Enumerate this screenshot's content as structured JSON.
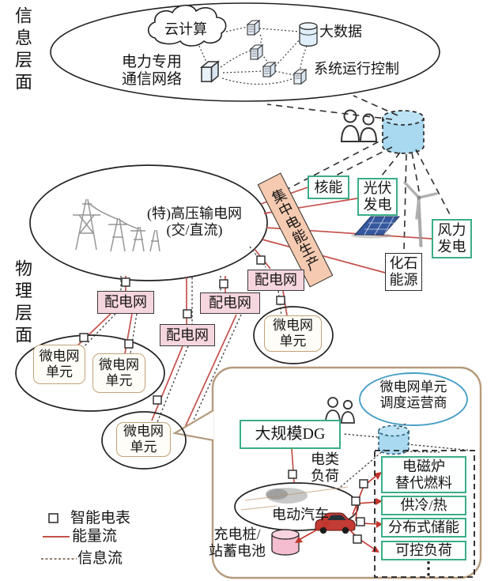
{
  "layer_labels": {
    "info": "信息层面",
    "physical": "物理层面"
  },
  "info_layer": {
    "cloud_label": "云计算",
    "network_line1": "电力专用",
    "network_line2": "通信网络",
    "big_data": "大数据",
    "system_control": "系统运行控制"
  },
  "physical_layer": {
    "transmission_line1": "(特)高压输电网",
    "transmission_line2": "(交/直流)",
    "central_production": "集中电能生产",
    "nuclear": "核能",
    "pv_line1": "光伏",
    "pv_line2": "发电",
    "wind_line1": "风力",
    "wind_line2": "发电",
    "fossil_line1": "化石",
    "fossil_line2": "能源",
    "distribution": "配电网",
    "microgrid_line1": "微电网",
    "microgrid_line2": "单元"
  },
  "detail_view": {
    "operator_line1": "微电网单元",
    "operator_line2": "调度运营商",
    "large_dg": "大规模DG",
    "elec_load_line1": "电类",
    "elec_load_line2": "负荷",
    "ev_label": "电动汽车",
    "charging_line1": "充电桩/",
    "charging_line2": "站蓄电池",
    "loads": [
      {
        "line1": "电磁炉",
        "line2": "替代燃料"
      },
      {
        "line1": "供冷/热"
      },
      {
        "line1": "分布式储能"
      },
      {
        "line1": "可控负荷"
      }
    ],
    "ellipsis": "⋮"
  },
  "legend": {
    "smart_meter": "智能电表",
    "energy_flow": "能量流",
    "info_flow": "信息流"
  },
  "colors": {
    "energy_flow_red": "#c4514b",
    "info_flow_dark": "#3c3c3c",
    "pink_box": "#f6d6de",
    "salmon_box": "#f5cab0",
    "green_border": "#3bae86",
    "tan_border": "#b49a7c",
    "blue_fill": "#a9d9f0",
    "blue_ellipse_border": "#4aa0c8",
    "pink_cylinder": "#f4bed0"
  }
}
